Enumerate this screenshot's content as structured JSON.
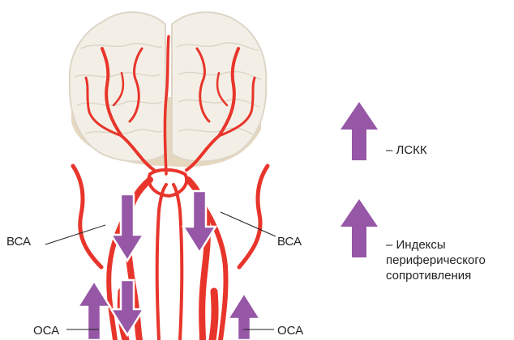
{
  "colors": {
    "vessel": "#e8352b",
    "vessel_dark": "#c8201a",
    "brain_fill": "#f4efe6",
    "brain_line": "#ddd6c8",
    "shadow": "#e6d7bf",
    "arrow": "#9657a6",
    "arrow_edge": "#ffffff",
    "text": "#222222"
  },
  "labels": {
    "vsa_left": "ВСА",
    "vsa_right": "ВСА",
    "osa_left": "ОСА",
    "osa_right": "ОСА"
  },
  "legend": {
    "items": [
      {
        "icon": "up-arrow-icon",
        "text": "– ЛСКК"
      },
      {
        "icon": "up-arrow-icon",
        "text_lines": [
          "– Индексы",
          "периферического",
          "сопротивления"
        ]
      }
    ]
  },
  "flow_arrows": [
    {
      "name": "left-internal-carotid-arrow",
      "direction": "down"
    },
    {
      "name": "right-internal-carotid-arrow",
      "direction": "down"
    },
    {
      "name": "left-lower-carotid-arrow",
      "direction": "down"
    },
    {
      "name": "left-common-carotid-arrow",
      "direction": "up"
    },
    {
      "name": "right-common-carotid-arrow",
      "direction": "up"
    }
  ]
}
